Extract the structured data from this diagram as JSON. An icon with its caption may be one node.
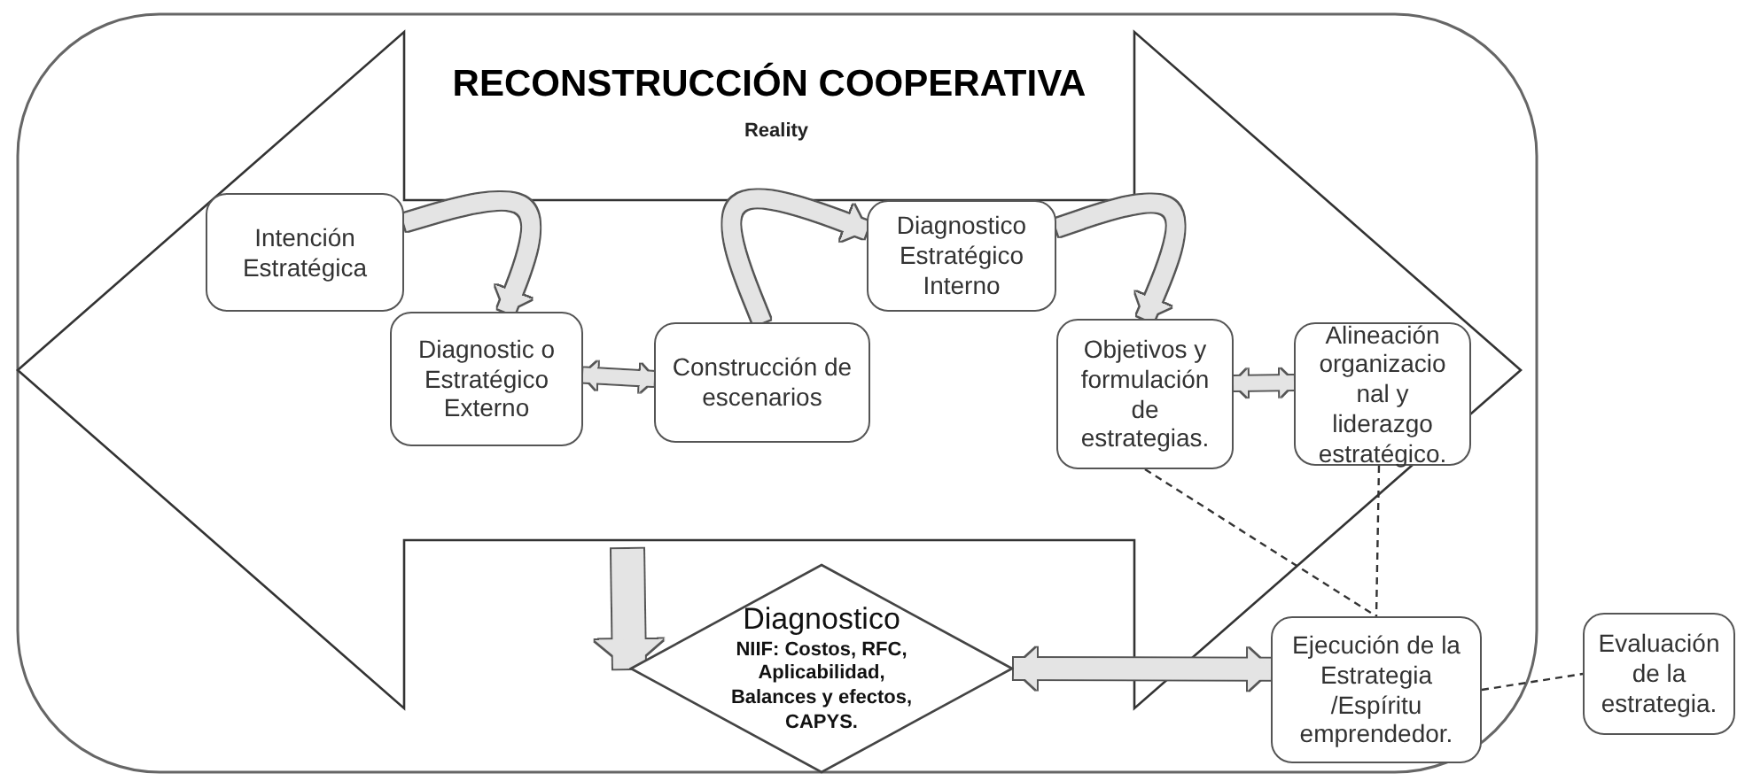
{
  "diagram": {
    "title": "RECONSTRUCCIÓN COOPERATIVA",
    "nodes": [
      {
        "text": [
          "Intención Estratégica"
        ]
      },
      {
        "text": [
          "Diagnostic o Estratégico Externo"
        ]
      },
      {
        "text": [
          "Construcción de escenarios"
        ]
      },
      {
        "text": [
          "Diagnostico Estratégico Interno"
        ]
      },
      {
        "text": [
          "Objetivos y formulación de estrategias."
        ]
      },
      {
        "text": [
          "Alineación organizacio nal y liderazgo estratégico."
        ]
      },
      {
        "text": [
          "Diagnostico",
          "NIIF: Costos, RFC, Aplicabilidad, Balances y efectos, CAPYS."
        ]
      },
      {
        "text": [
          "Ejecución de la Estrategia /Espíritu emprendedor."
        ]
      },
      {
        "text": [
          "Evaluación de la estrategia."
        ]
      }
    ],
    "edges": [
      {
        "from": 0,
        "to": 1,
        "arrow": "to"
      },
      {
        "from": 1,
        "to": 2,
        "arrow": "both"
      },
      {
        "from": 2,
        "to": 3,
        "arrow": "to"
      },
      {
        "from": 3,
        "to": 4,
        "arrow": "to"
      },
      {
        "from": 4,
        "to": 5,
        "arrow": "both"
      },
      {
        "from": 6,
        "to": 7,
        "arrow": "both"
      },
      {
        "from": null,
        "to": 6,
        "arrow": "to",
        "style": "thick"
      },
      {
        "from": 4,
        "to": 7,
        "arrow": "none",
        "style": "dashed",
        "color": "#333333"
      },
      {
        "from": 5,
        "to": 7,
        "arrow": "none",
        "style": "dashed",
        "color": "#333333"
      },
      {
        "from": 7,
        "to": 8,
        "arrow": "none",
        "style": "dashed",
        "color": "#333333"
      }
    ],
    "labels": [
      "Reality"
    ]
  }
}
